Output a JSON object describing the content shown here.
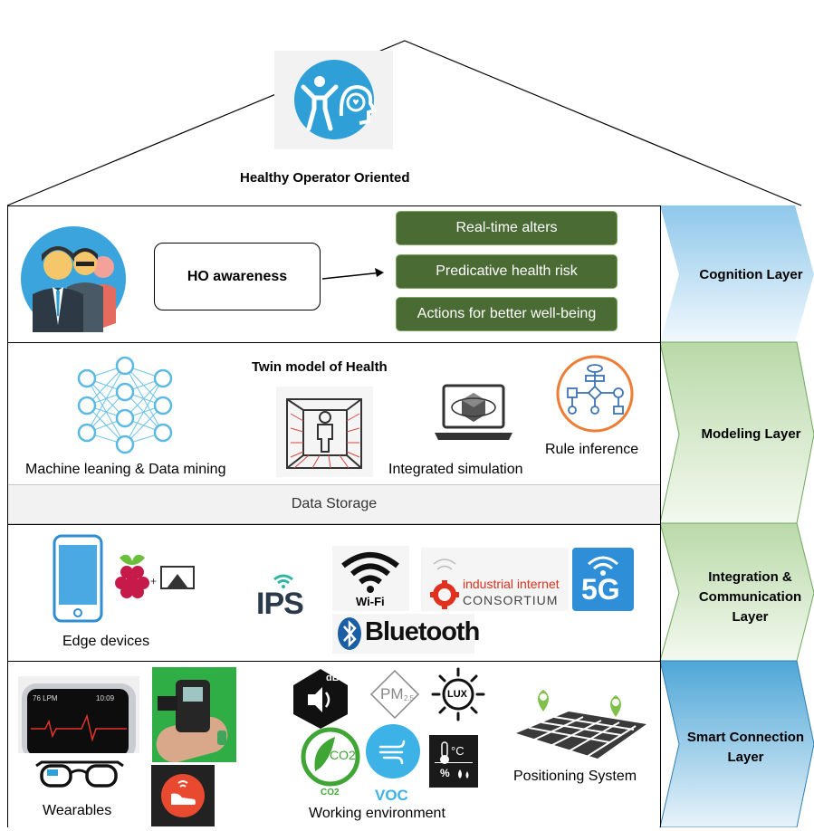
{
  "roof": {
    "title": "Healthy Operator Oriented"
  },
  "cognition": {
    "center_label": "HO awareness",
    "outputs": [
      "Real-time alters",
      "Predicative health risk",
      "Actions for better well-being"
    ],
    "layer_label": "Cognition Layer"
  },
  "modeling": {
    "title": "Twin model of Health",
    "ml_label": "Machine leaning & Data mining",
    "sim_label": "Integrated simulation",
    "rule_label": "Rule inference",
    "storage_label": "Data Storage",
    "layer_label": "Modeling Layer"
  },
  "integration": {
    "edge_label": "Edge devices",
    "ips_label": "IPS",
    "wifi_label": "Wi-Fi",
    "iic_line1": "industrial internet",
    "iic_line2": "CONSORTIUM",
    "fiveg_label": "5G",
    "bluetooth_label": "Bluetooth",
    "layer_label_line1": "Integration &",
    "layer_label_line2": "Communication",
    "layer_label_line3": "Layer"
  },
  "smart": {
    "watch_bpm": "76 LPM",
    "watch_time": "10:09",
    "wearables_label": "Wearables",
    "db_label": "dB",
    "pm_label": "PM",
    "pm_sub": "2.5",
    "lux_label": "LUX",
    "co2_label": "CO2",
    "co2_small": "CO2",
    "voc_label": "VOC",
    "temp_label": "°C",
    "humidity_label": "%",
    "env_label": "Working environment",
    "pos_label": "Positioning System",
    "layer_label_line1": "Smart Connection",
    "layer_label_line2": "Layer"
  },
  "colors": {
    "green_box": "#4a6b34",
    "chevron_blue": "#a9d4ee",
    "chevron_green": "#d5e8cc",
    "icon_blue": "#2f9fd8"
  }
}
